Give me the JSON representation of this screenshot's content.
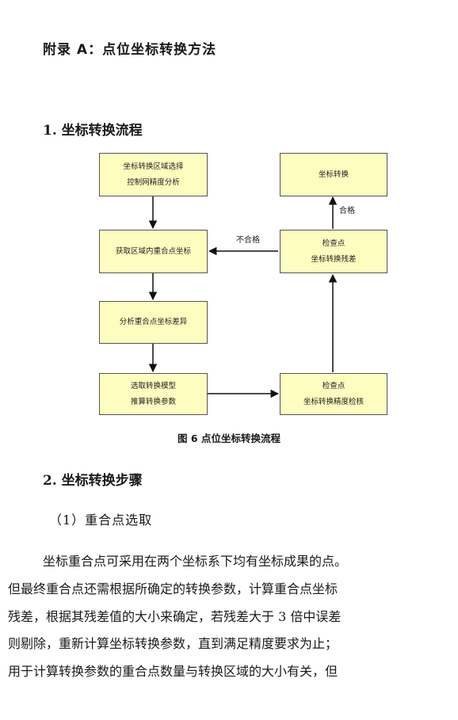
{
  "header": {
    "appendix_title": "附录 A：点位坐标转换方法"
  },
  "section1": {
    "title": "1.  坐标转换流程"
  },
  "flowchart": {
    "boxes": {
      "b1": {
        "line1": "坐标转换区域选择",
        "line2": "控制网精度分析"
      },
      "b2": {
        "line1": "获取区域内重合点坐标"
      },
      "b3": {
        "line1": "分析重合点坐标差异"
      },
      "b4": {
        "line1": "选取转换模型",
        "line2": "推算转换参数"
      },
      "b5": {
        "line1": "检查点",
        "line2": "坐标转换精度检核"
      },
      "b6": {
        "line1": "检查点",
        "line2": "坐标转换残差"
      },
      "b7": {
        "line1": "坐标转换"
      }
    },
    "labels": {
      "pass": "合格",
      "fail": "不合格"
    },
    "caption": "图 6  点位坐标转换流程"
  },
  "section2": {
    "title": "2.  坐标转换步骤",
    "subsection": "（1）重合点选取",
    "paragraph_lines": [
      "坐标重合点可采用在两个坐标系下均有坐标成果的点。",
      "但最终重合点还需根据所确定的转换参数，计算重合点坐标",
      "残差，根据其残差值的大小来确定，若残差大于 3 倍中误差",
      "则剔除，重新计算坐标转换参数，直到满足精度要求为止；",
      "用于计算转换参数的重合点数量与转换区域的大小有关，但"
    ]
  }
}
